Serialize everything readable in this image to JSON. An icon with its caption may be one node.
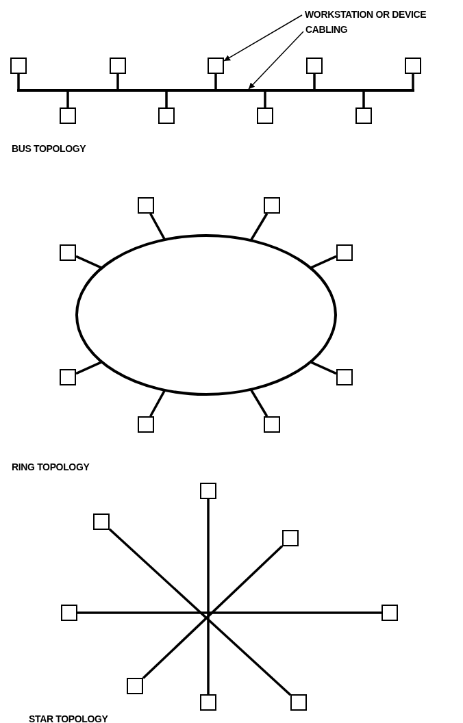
{
  "diagram": {
    "nodes": [
      {
        "text": [
          "WORKSTATION OR DEVICE"
        ]
      },
      {
        "text": [
          "CABLING"
        ]
      },
      {
        "text": [],
        "shape": "bar"
      },
      {
        "text": [],
        "shape": "box"
      },
      {
        "text": [],
        "shape": "box"
      },
      {
        "text": [],
        "shape": "box"
      },
      {
        "text": [],
        "shape": "box"
      },
      {
        "text": [],
        "shape": "box"
      },
      {
        "text": [],
        "shape": "box"
      },
      {
        "text": [],
        "shape": "box"
      },
      {
        "text": [],
        "shape": "box"
      },
      {
        "text": [],
        "shape": "box"
      },
      {
        "text": [],
        "shape": "ellipse"
      },
      {
        "text": [],
        "shape": "box"
      },
      {
        "text": [],
        "shape": "box"
      },
      {
        "text": [],
        "shape": "box"
      },
      {
        "text": [],
        "shape": "box"
      },
      {
        "text": [],
        "shape": "box"
      },
      {
        "text": [],
        "shape": "box"
      },
      {
        "text": [],
        "shape": "box"
      },
      {
        "text": [],
        "shape": "box"
      },
      {
        "text": [],
        "shape": "box"
      },
      {
        "text": [],
        "shape": "box"
      },
      {
        "text": [],
        "shape": "box"
      },
      {
        "text": [],
        "shape": "box"
      },
      {
        "text": [],
        "shape": "box"
      },
      {
        "text": [],
        "shape": "box"
      },
      {
        "text": [],
        "shape": "box"
      },
      {
        "text": [],
        "shape": "box"
      }
    ],
    "edges": [
      {
        "from": 0,
        "to": 7,
        "arrow": "to"
      },
      {
        "from": 1,
        "to": 2,
        "arrow": "to"
      },
      {
        "from": 3,
        "to": 2,
        "arrow": "none"
      },
      {
        "from": 4,
        "to": 2,
        "arrow": "none"
      },
      {
        "from": 5,
        "to": 2,
        "arrow": "none"
      },
      {
        "from": 6,
        "to": 2,
        "arrow": "none"
      },
      {
        "from": 7,
        "to": 2,
        "arrow": "none"
      },
      {
        "from": 8,
        "to": 2,
        "arrow": "none"
      },
      {
        "from": 9,
        "to": 2,
        "arrow": "none"
      },
      {
        "from": 10,
        "to": 2,
        "arrow": "none"
      },
      {
        "from": 11,
        "to": 2,
        "arrow": "none"
      },
      {
        "from": 13,
        "to": 12,
        "arrow": "none"
      },
      {
        "from": 14,
        "to": 12,
        "arrow": "none"
      },
      {
        "from": 15,
        "to": 12,
        "arrow": "none"
      },
      {
        "from": 16,
        "to": 12,
        "arrow": "none"
      },
      {
        "from": 17,
        "to": 12,
        "arrow": "none"
      },
      {
        "from": 18,
        "to": 12,
        "arrow": "none"
      },
      {
        "from": 19,
        "to": 12,
        "arrow": "none"
      },
      {
        "from": 20,
        "to": 12,
        "arrow": "none"
      },
      {
        "from": 22,
        "to": 28,
        "arrow": "none"
      },
      {
        "from": 21,
        "to": 27,
        "arrow": "none"
      },
      {
        "from": 23,
        "to": 26,
        "arrow": "none"
      },
      {
        "from": 24,
        "to": 25,
        "arrow": "none"
      }
    ],
    "labels": [
      "BUS TOPOLOGY",
      "RING TOPOLOGY",
      "STAR TOPOLOGY"
    ]
  }
}
